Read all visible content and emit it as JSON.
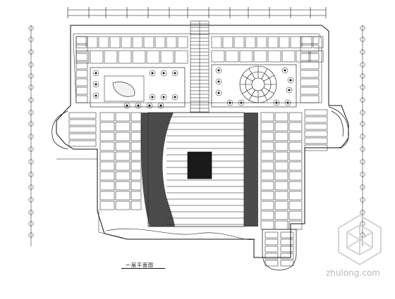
{
  "drawing": {
    "caption": "一层平面图",
    "watermark_text": "zhulong.com",
    "watermark_logo": "zhulong-logo-watermark"
  },
  "colors": {
    "line": "#111111",
    "background": "#ffffff",
    "watermark": "#b8b8b8"
  }
}
